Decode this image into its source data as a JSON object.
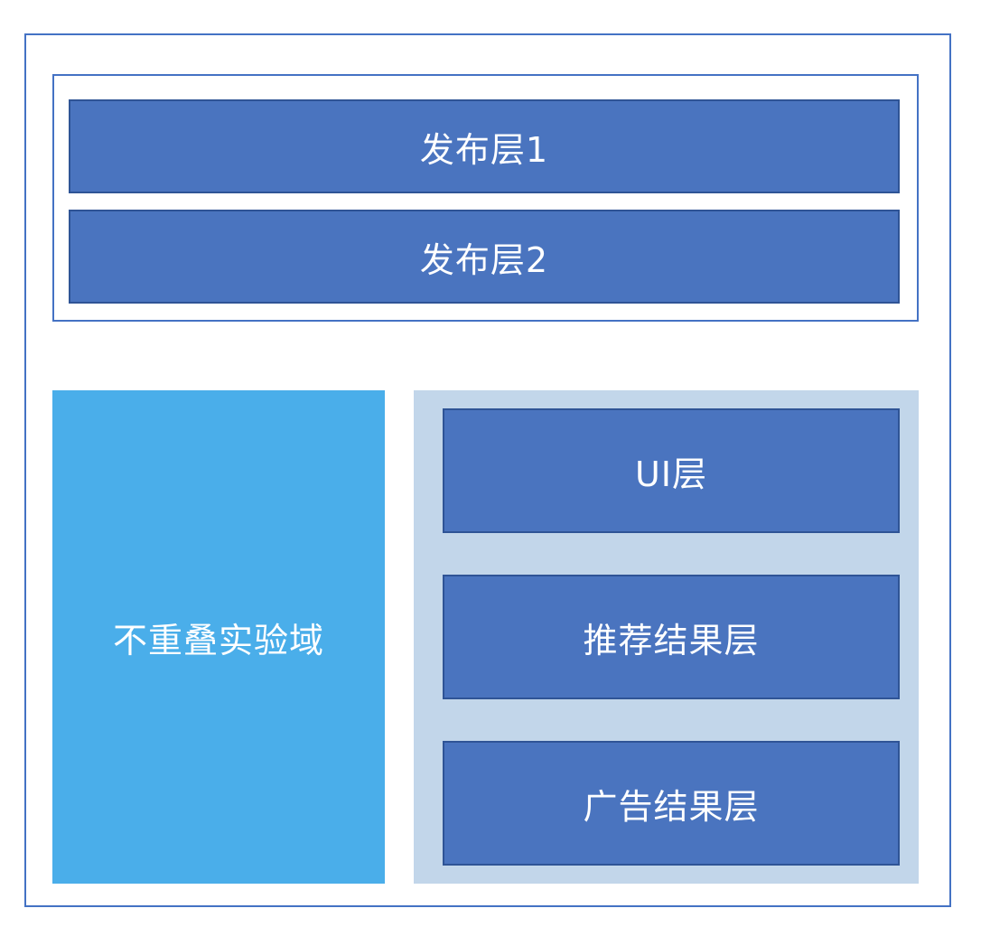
{
  "diagram": {
    "publish_layers": [
      {
        "label": "发布层1"
      },
      {
        "label": "发布层2"
      }
    ],
    "non_overlapping_domain": {
      "label": "不重叠实验域"
    },
    "layered_domain": {
      "layers": [
        {
          "label": "UI层"
        },
        {
          "label": "推荐结果层"
        },
        {
          "label": "广告结果层"
        }
      ]
    },
    "colors": {
      "frame_border": "#4472c4",
      "layer_fill": "#4a74bf",
      "layer_border": "#2f5496",
      "non_overlap_fill": "#4aaeea",
      "domain_fill": "#c2d6ea",
      "text": "#ffffff"
    }
  }
}
